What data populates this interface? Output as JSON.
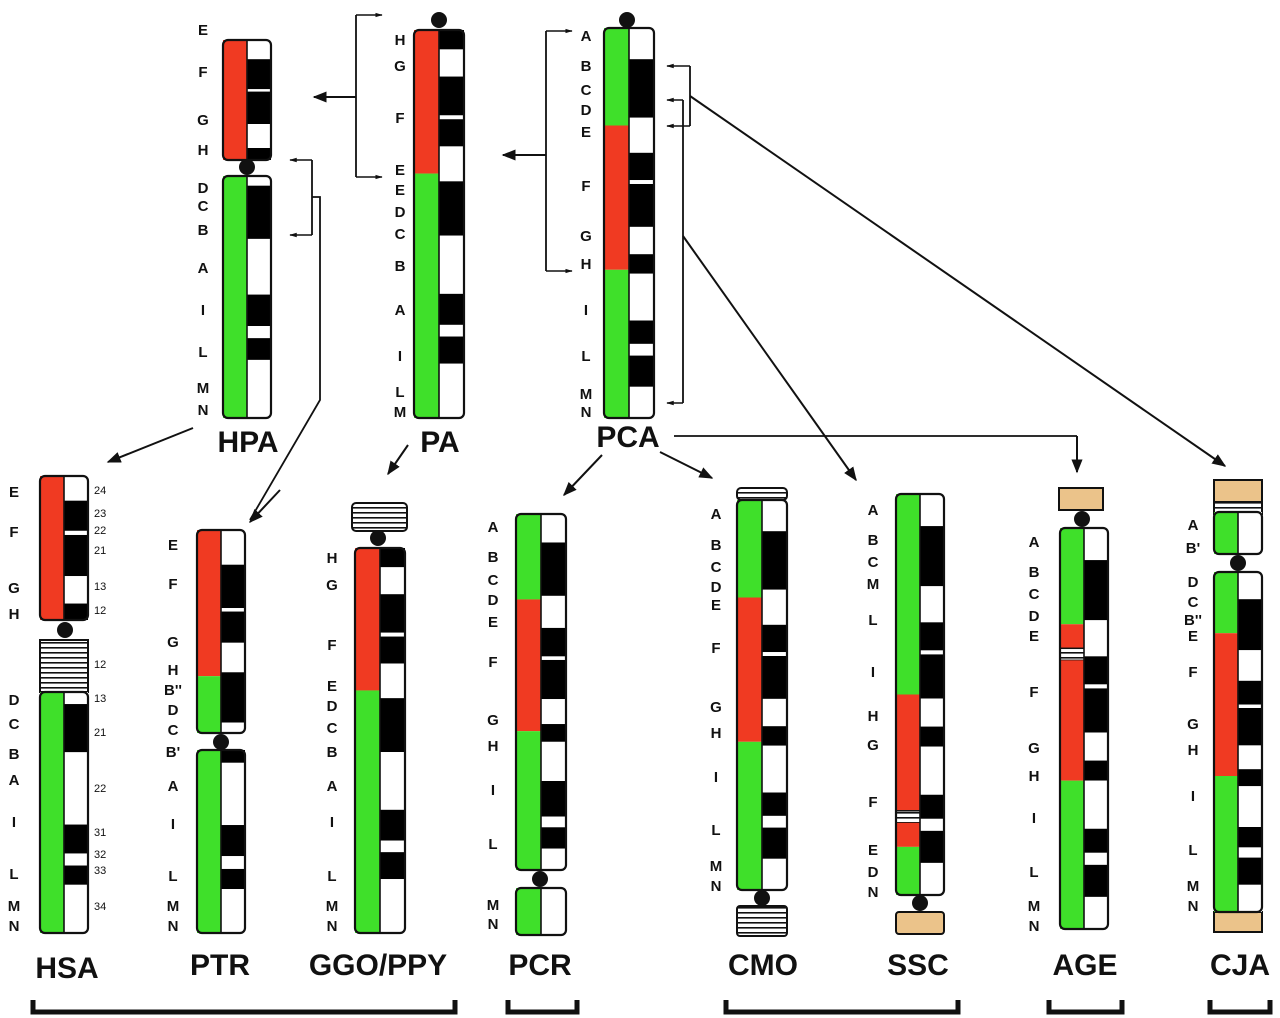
{
  "colors": {
    "red": "#f03a22",
    "green": "#3fe02a",
    "tan": "#ebc38a",
    "black": "#000000",
    "white": "#ffffff"
  },
  "chromosomes": [
    {
      "id": "HPA",
      "name": "HPA",
      "arms": [
        {
          "segments": [
            {
              "c": "red",
              "f": 1
            }
          ],
          "bands": [
            0,
            1,
            0,
            1,
            0.0,
            1
          ],
          "bandPattern": [
            [
              "w",
              0.16
            ],
            [
              "b",
              0.25
            ],
            [
              "w",
              0.02
            ],
            [
              "b",
              0.27
            ],
            [
              "w",
              0.2
            ],
            [
              "b",
              0.1
            ]
          ],
          "letters": [
            "E",
            "F",
            "G",
            "H"
          ]
        },
        {
          "segments": [
            {
              "c": "green",
              "f": 1
            }
          ],
          "bandPattern": [
            [
              "w",
              0.04
            ],
            [
              "b",
              0.22
            ],
            [
              "w",
              0.23
            ],
            [
              "b",
              0.13
            ],
            [
              "w",
              0.05
            ],
            [
              "b",
              0.09
            ],
            [
              "w",
              0.24
            ]
          ],
          "letters": [
            "D",
            "C",
            "B",
            "A",
            "I",
            "L",
            "M",
            "N"
          ]
        }
      ]
    },
    {
      "id": "PA",
      "name": "PA",
      "arms": [
        {
          "segments": [
            {
              "c": "red",
              "f": 0.37
            },
            {
              "c": "green",
              "f": 0.63
            }
          ],
          "bandPattern": [
            [
              "b",
              0.05
            ],
            [
              "w",
              0.07
            ],
            [
              "b",
              0.1
            ],
            [
              "w",
              0.01
            ],
            [
              "b",
              0.07
            ],
            [
              "w",
              0.09
            ],
            [
              "b",
              0.14
            ],
            [
              "w",
              0.15
            ],
            [
              "b",
              0.08
            ],
            [
              "w",
              0.03
            ],
            [
              "b",
              0.07
            ],
            [
              "w",
              0.14
            ]
          ],
          "letters": [
            "H",
            "G",
            "F",
            "E",
            "E",
            "D",
            "C",
            "B",
            "A",
            "I",
            "L",
            "M",
            "N"
          ]
        }
      ]
    },
    {
      "id": "PCA",
      "name": "PCA",
      "arms": [
        {
          "segments": [
            {
              "c": "green",
              "f": 0.25
            },
            {
              "c": "red",
              "f": 0.37
            },
            {
              "c": "green",
              "f": 0.38
            }
          ],
          "bandPattern": [
            [
              "w",
              0.08
            ],
            [
              "b",
              0.15
            ],
            [
              "w",
              0.09
            ],
            [
              "b",
              0.07
            ],
            [
              "w",
              0.01
            ],
            [
              "b",
              0.11
            ],
            [
              "w",
              0.07
            ],
            [
              "b",
              0.05
            ],
            [
              "w",
              0.12
            ],
            [
              "b",
              0.06
            ],
            [
              "w",
              0.03
            ],
            [
              "b",
              0.08
            ],
            [
              "w",
              0.08
            ]
          ],
          "letters": [
            "A",
            "B",
            "C",
            "D",
            "E",
            "F",
            "G",
            "H",
            "I",
            "L",
            "M",
            "N"
          ]
        }
      ]
    },
    {
      "id": "HSA",
      "name": "HSA",
      "arms": [
        {
          "segments": [
            {
              "c": "red",
              "f": 1
            }
          ],
          "bandPattern": [
            [
              "w",
              0.18
            ],
            [
              "b",
              0.22
            ],
            [
              "w",
              0.03
            ],
            [
              "b",
              0.3
            ],
            [
              "w",
              0.2
            ],
            [
              "b",
              0.12
            ]
          ],
          "letters": [
            "E",
            "F",
            "G",
            "H"
          ],
          "numbers": [
            "24",
            "23",
            "22",
            "21",
            "13",
            "12"
          ]
        },
        {
          "het": true,
          "numbers": [
            "12"
          ]
        },
        {
          "segments": [
            {
              "c": "green",
              "f": 1
            }
          ],
          "bandPattern": [
            [
              "w",
              0.05
            ],
            [
              "b",
              0.2
            ],
            [
              "w",
              0.3
            ],
            [
              "b",
              0.12
            ],
            [
              "w",
              0.05
            ],
            [
              "b",
              0.08
            ],
            [
              "w",
              0.2
            ]
          ],
          "letters": [
            "D",
            "C",
            "B",
            "A",
            "I",
            "L",
            "M",
            "N"
          ],
          "numbers": [
            "13",
            "21",
            "22",
            "31",
            "32",
            "33",
            "34"
          ]
        }
      ]
    },
    {
      "id": "PTR",
      "name": "PTR",
      "arms": [
        {
          "segments": [
            {
              "c": "red",
              "f": 0.72
            },
            {
              "c": "green",
              "f": 0.28
            }
          ],
          "bandPattern": [
            [
              "w",
              0.2
            ],
            [
              "b",
              0.25
            ],
            [
              "w",
              0.02
            ],
            [
              "b",
              0.18
            ],
            [
              "w",
              0.17
            ],
            [
              "b",
              0.29
            ],
            [
              "w",
              0.06
            ]
          ],
          "letters": [
            "E",
            "F",
            "G",
            "H",
            "B''",
            "D",
            "C"
          ]
        },
        {
          "segments": [
            {
              "c": "green",
              "f": 1
            }
          ],
          "bandPattern": [
            [
              "b",
              0.07
            ],
            [
              "w",
              0.34
            ],
            [
              "b",
              0.17
            ],
            [
              "w",
              0.07
            ],
            [
              "b",
              0.11
            ],
            [
              "w",
              0.24
            ]
          ],
          "letters": [
            "B'",
            "A",
            "I",
            "L",
            "M",
            "N"
          ]
        }
      ]
    },
    {
      "id": "GGO",
      "name": "GGO/PPY",
      "arms": [
        {
          "segments": [
            {
              "c": "red",
              "f": 0.37
            },
            {
              "c": "green",
              "f": 0.63
            }
          ],
          "bandPattern": [
            [
              "b",
              0.05
            ],
            [
              "w",
              0.07
            ],
            [
              "b",
              0.1
            ],
            [
              "w",
              0.01
            ],
            [
              "b",
              0.07
            ],
            [
              "w",
              0.09
            ],
            [
              "b",
              0.14
            ],
            [
              "w",
              0.15
            ],
            [
              "b",
              0.08
            ],
            [
              "w",
              0.03
            ],
            [
              "b",
              0.07
            ],
            [
              "w",
              0.14
            ]
          ],
          "letters": [
            "H",
            "G",
            "F",
            "E",
            "D",
            "C",
            "B",
            "A",
            "I",
            "L",
            "M",
            "N"
          ]
        }
      ]
    },
    {
      "id": "PCR",
      "name": "PCR",
      "arms": [
        {
          "segments": [
            {
              "c": "green",
              "f": 0.24
            },
            {
              "c": "red",
              "f": 0.37
            },
            {
              "c": "green",
              "f": 0.39
            }
          ],
          "bandPattern": [
            [
              "w",
              0.08
            ],
            [
              "b",
              0.15
            ],
            [
              "w",
              0.09
            ],
            [
              "b",
              0.08
            ],
            [
              "w",
              0.01
            ],
            [
              "b",
              0.11
            ],
            [
              "w",
              0.07
            ],
            [
              "b",
              0.05
            ],
            [
              "w",
              0.11
            ],
            [
              "b",
              0.1
            ],
            [
              "w",
              0.03
            ],
            [
              "b",
              0.06
            ],
            [
              "w",
              0.06
            ]
          ],
          "letters": [
            "A",
            "B",
            "C",
            "D",
            "E",
            "F",
            "G",
            "H",
            "I",
            "L"
          ]
        },
        {
          "segments": [
            {
              "c": "green",
              "f": 1
            }
          ],
          "letters": [
            "M",
            "N"
          ]
        }
      ]
    },
    {
      "id": "CMO",
      "name": "CMO",
      "arms": [
        {
          "segments": [
            {
              "c": "green",
              "f": 0.25
            },
            {
              "c": "red",
              "f": 0.37
            },
            {
              "c": "green",
              "f": 0.38
            }
          ],
          "letters": [
            "A",
            "B",
            "C",
            "D",
            "E",
            "F",
            "G",
            "H",
            "I",
            "L",
            "M",
            "N"
          ]
        }
      ]
    },
    {
      "id": "SSC",
      "name": "SSC",
      "arms": [
        {
          "segments": [
            {
              "c": "green",
              "f": 0.5
            },
            {
              "c": "red",
              "f": 0.29
            },
            {
              "c": "het",
              "f": 0.03
            },
            {
              "c": "red",
              "f": 0.06
            },
            {
              "c": "green",
              "f": 0.12
            }
          ],
          "letters": [
            "A",
            "B",
            "C",
            "M",
            "L",
            "I",
            "H",
            "G",
            "F",
            "E",
            "D",
            "N"
          ]
        }
      ]
    },
    {
      "id": "AGE",
      "name": "AGE",
      "arms": [
        {
          "segments": [
            {
              "c": "green",
              "f": 0.24
            },
            {
              "c": "red",
              "f": 0.06
            },
            {
              "c": "het",
              "f": 0.03
            },
            {
              "c": "red",
              "f": 0.3
            },
            {
              "c": "green",
              "f": 0.37
            }
          ],
          "letters": [
            "A",
            "B",
            "C",
            "D",
            "E",
            "F",
            "G",
            "H",
            "I",
            "L",
            "M",
            "N"
          ]
        }
      ]
    },
    {
      "id": "CJA",
      "name": "CJA",
      "arms": [
        {
          "segments": [
            {
              "c": "green",
              "f": 1
            }
          ],
          "letters": [
            "A",
            "B'"
          ]
        },
        {
          "segments": [
            {
              "c": "green",
              "f": 0.18
            },
            {
              "c": "red",
              "f": 0.42
            },
            {
              "c": "green",
              "f": 0.4
            }
          ],
          "letters": [
            "D",
            "C",
            "B''",
            "E",
            "F",
            "G",
            "H",
            "I",
            "L",
            "M",
            "N"
          ]
        }
      ]
    }
  ],
  "groups": [
    {
      "members": [
        "HSA",
        "PTR",
        "GGO/PPY"
      ]
    },
    {
      "members": [
        "PCR"
      ]
    },
    {
      "members": [
        "CMO",
        "SSC"
      ]
    },
    {
      "members": [
        "AGE"
      ]
    },
    {
      "members": [
        "CJA"
      ]
    }
  ]
}
